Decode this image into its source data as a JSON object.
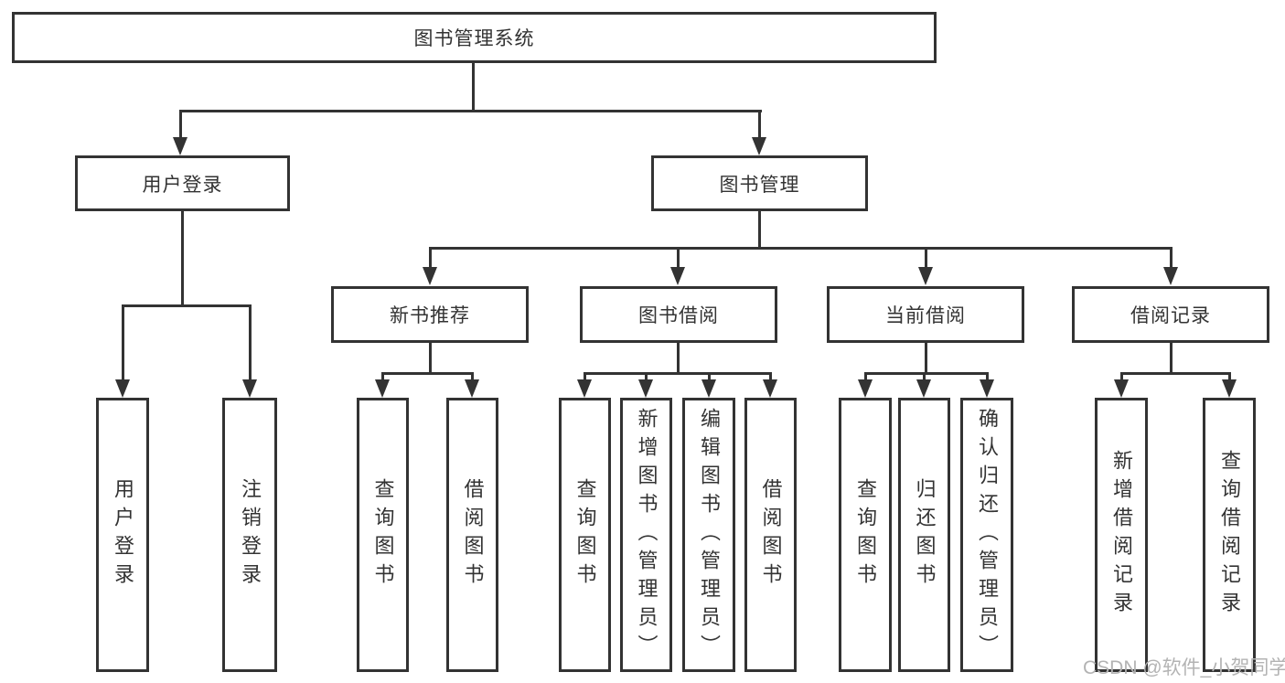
{
  "diagram": {
    "title": "图书管理系统",
    "root": {
      "label": "图书管理系统"
    },
    "level2": [
      {
        "label": "用户登录"
      },
      {
        "label": "图书管理"
      }
    ],
    "level3": [
      {
        "label": "新书推荐"
      },
      {
        "label": "图书借阅"
      },
      {
        "label": "当前借阅"
      },
      {
        "label": "借阅记录"
      }
    ],
    "leaves": {
      "user_login": [
        "用户登录",
        "注销登录"
      ],
      "new_book": [
        "查询图书",
        "借阅图书"
      ],
      "book_borrow": [
        "查询图书",
        "新增图书（管理员）",
        "编辑图书（管理员）",
        "借阅图书"
      ],
      "current_borrow": [
        "查询图书",
        "归还图书",
        "确认归还（管理员）"
      ],
      "borrow_records": [
        "新增借阅记录",
        "查询借阅记录"
      ]
    }
  },
  "watermark": {
    "text": "CSDN @软件_小贺同学",
    "color": "#b3b3b3"
  },
  "colors": {
    "line": "#333333",
    "text": "#333333",
    "background": "#ffffff"
  }
}
